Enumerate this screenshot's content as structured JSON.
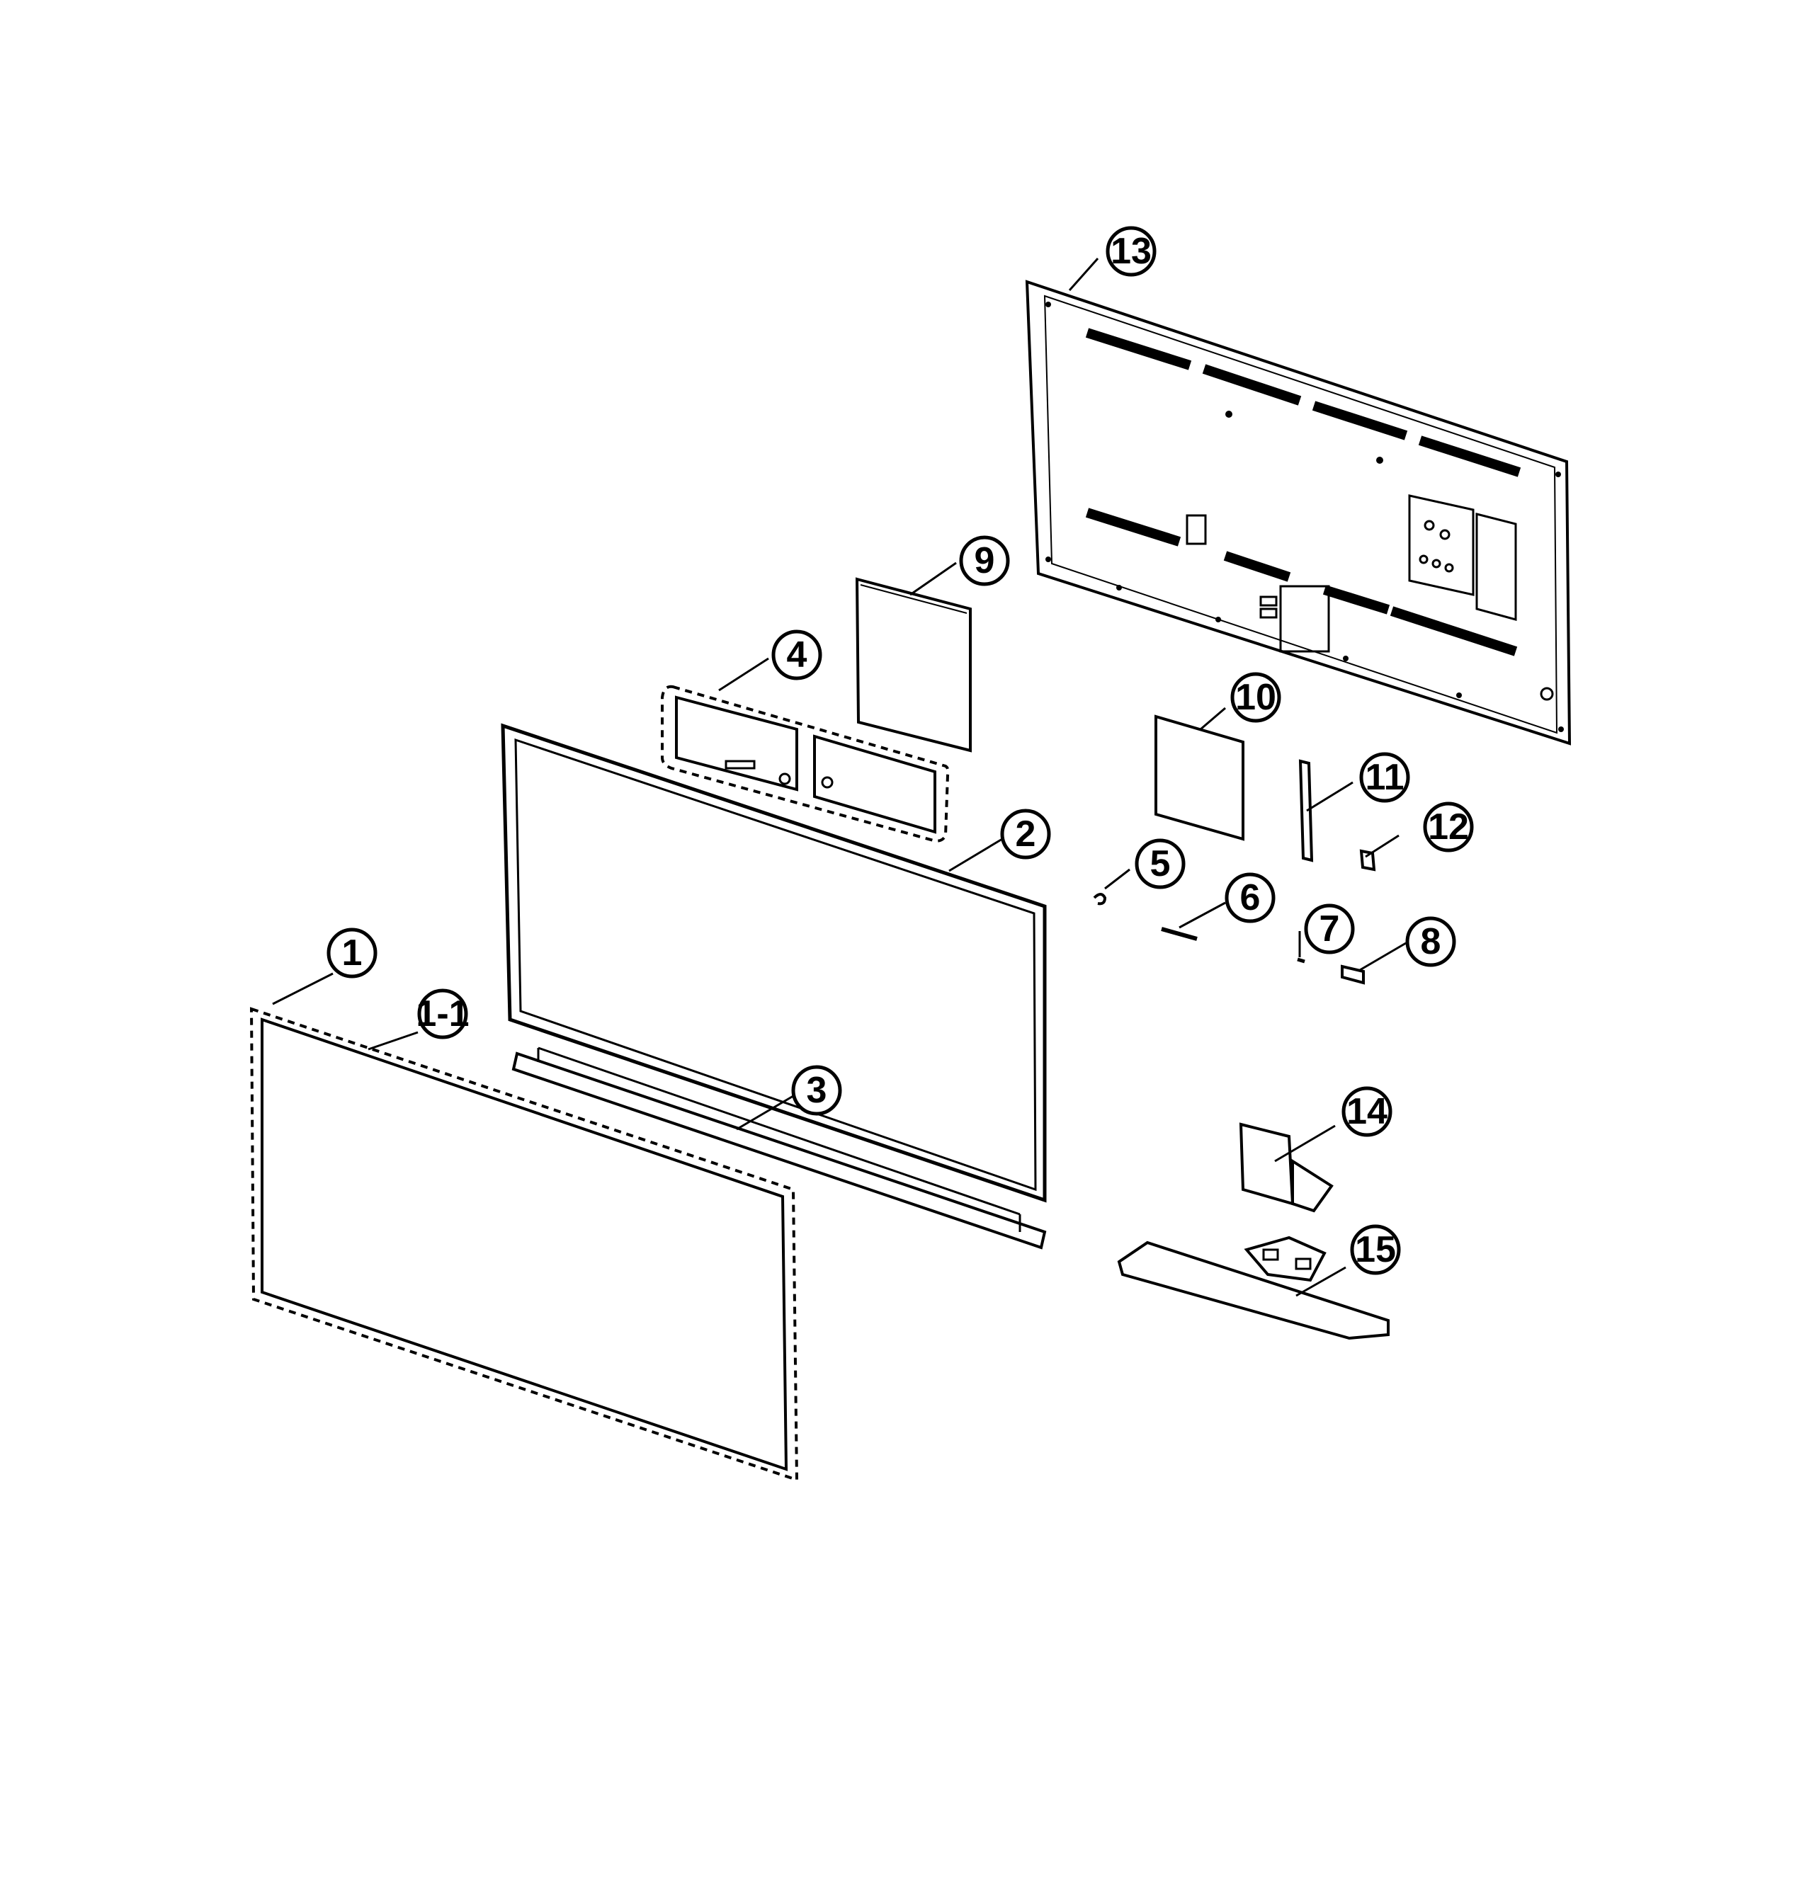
{
  "diagram": {
    "line_color": "#000000",
    "background": "#ffffff",
    "callouts": [
      {
        "id": "1",
        "label": "1"
      },
      {
        "id": "1-1",
        "label": "1-1"
      },
      {
        "id": "2",
        "label": "2"
      },
      {
        "id": "3",
        "label": "3"
      },
      {
        "id": "4",
        "label": "4"
      },
      {
        "id": "5",
        "label": "5"
      },
      {
        "id": "6",
        "label": "6"
      },
      {
        "id": "7",
        "label": "7"
      },
      {
        "id": "8",
        "label": "8"
      },
      {
        "id": "9",
        "label": "9"
      },
      {
        "id": "10",
        "label": "10"
      },
      {
        "id": "11",
        "label": "11"
      },
      {
        "id": "12",
        "label": "12"
      },
      {
        "id": "13",
        "label": "13"
      },
      {
        "id": "14",
        "label": "14"
      },
      {
        "id": "15",
        "label": "15"
      }
    ]
  }
}
